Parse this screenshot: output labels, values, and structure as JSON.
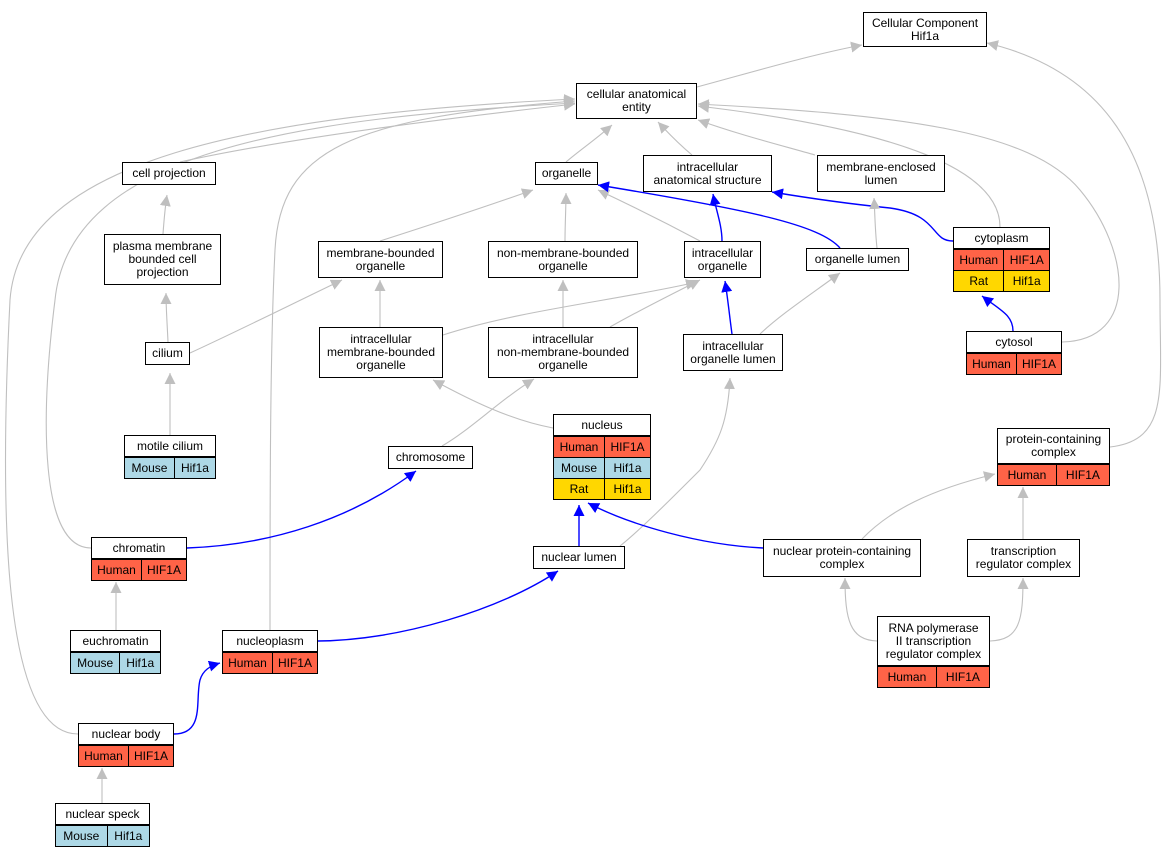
{
  "colors": {
    "human": "#ff6347",
    "mouse": "#add8e6",
    "rat": "#ffd700",
    "is_a_edge": "#bfbfbf",
    "part_of_edge": "#0000ff"
  },
  "nodes": {
    "root": "Cellular Component\nHif1a",
    "cae": "cellular anatomical\nentity",
    "cell_projection": "cell projection",
    "organelle": "organelle",
    "ias": "intracellular\nanatomical structure",
    "mel": "membrane-enclosed\nlumen",
    "pmbcp": "plasma membrane\nbounded cell\nprojection",
    "mbo": "membrane-bounded\norganelle",
    "nmbo": "non-membrane-bounded\norganelle",
    "io": "intracellular\norganelle",
    "ol": "organelle lumen",
    "cytoplasm": "cytoplasm",
    "cilium": "cilium",
    "imbo": "intracellular\nmembrane-bounded\norganelle",
    "inmbo": "intracellular\nnon-membrane-bounded\norganelle",
    "iol": "intracellular\norganelle lumen",
    "cytosol": "cytosol",
    "motile_cilium": "motile cilium",
    "nucleus": "nucleus",
    "chromosome": "chromosome",
    "pcc": "protein-containing\ncomplex",
    "chromatin": "chromatin",
    "nuclear_lumen": "nuclear lumen",
    "npcc": "nuclear protein-containing\ncomplex",
    "trc": "transcription\nregulator complex",
    "euchromatin": "euchromatin",
    "nucleoplasm": "nucleoplasm",
    "rnap": "RNA polymerase\nII transcription\nregulator complex",
    "nuclear_body": "nuclear body",
    "nuclear_speck": "nuclear speck"
  },
  "gene_rows": {
    "cytoplasm": [
      [
        "Human",
        "HIF1A"
      ],
      [
        "Rat",
        "Hif1a"
      ]
    ],
    "cytosol": [
      [
        "Human",
        "HIF1A"
      ]
    ],
    "motile_cilium": [
      [
        "Mouse",
        "Hif1a"
      ]
    ],
    "nucleus": [
      [
        "Human",
        "HIF1A"
      ],
      [
        "Mouse",
        "Hif1a"
      ],
      [
        "Rat",
        "Hif1a"
      ]
    ],
    "pcc": [
      [
        "Human",
        "HIF1A"
      ]
    ],
    "chromatin": [
      [
        "Human",
        "HIF1A"
      ]
    ],
    "euchromatin": [
      [
        "Mouse",
        "Hif1a"
      ]
    ],
    "nucleoplasm": [
      [
        "Human",
        "HIF1A"
      ]
    ],
    "rnap": [
      [
        "Human",
        "HIF1A"
      ]
    ],
    "nuclear_body": [
      [
        "Human",
        "HIF1A"
      ]
    ],
    "nuclear_speck": [
      [
        "Mouse",
        "Hif1a"
      ]
    ]
  },
  "edges": [
    {
      "from": "cae",
      "to": "root",
      "type": "is_a"
    },
    {
      "from": "pcc",
      "to": "root",
      "type": "is_a"
    },
    {
      "from": "cell_projection",
      "to": "cae",
      "type": "is_a"
    },
    {
      "from": "organelle",
      "to": "cae",
      "type": "is_a"
    },
    {
      "from": "ias",
      "to": "cae",
      "type": "is_a"
    },
    {
      "from": "mel",
      "to": "cae",
      "type": "is_a"
    },
    {
      "from": "cytoplasm",
      "to": "cae",
      "type": "is_a"
    },
    {
      "from": "cytosol",
      "to": "cae",
      "type": "is_a"
    },
    {
      "from": "chromatin",
      "to": "cae",
      "type": "is_a"
    },
    {
      "from": "nucleoplasm",
      "to": "cae",
      "type": "is_a"
    },
    {
      "from": "nuclear_body",
      "to": "cae",
      "type": "is_a"
    },
    {
      "from": "pmbcp",
      "to": "cell_projection",
      "type": "is_a"
    },
    {
      "from": "cilium",
      "to": "pmbcp",
      "type": "is_a"
    },
    {
      "from": "motile_cilium",
      "to": "cilium",
      "type": "is_a"
    },
    {
      "from": "mbo",
      "to": "organelle",
      "type": "is_a"
    },
    {
      "from": "nmbo",
      "to": "organelle",
      "type": "is_a"
    },
    {
      "from": "io",
      "to": "organelle",
      "type": "is_a"
    },
    {
      "from": "ol",
      "to": "organelle",
      "type": "part_of"
    },
    {
      "from": "io",
      "to": "ias",
      "type": "part_of"
    },
    {
      "from": "cytoplasm",
      "to": "ias",
      "type": "part_of"
    },
    {
      "from": "ol",
      "to": "mel",
      "type": "is_a"
    },
    {
      "from": "cilium",
      "to": "mbo",
      "type": "is_a"
    },
    {
      "from": "imbo",
      "to": "mbo",
      "type": "is_a"
    },
    {
      "from": "inmbo",
      "to": "nmbo",
      "type": "is_a"
    },
    {
      "from": "imbo",
      "to": "io",
      "type": "is_a"
    },
    {
      "from": "inmbo",
      "to": "io",
      "type": "is_a"
    },
    {
      "from": "iol",
      "to": "io",
      "type": "part_of"
    },
    {
      "from": "iol",
      "to": "ol",
      "type": "is_a"
    },
    {
      "from": "cytosol",
      "to": "cytoplasm",
      "type": "part_of"
    },
    {
      "from": "nucleus",
      "to": "imbo",
      "type": "is_a"
    },
    {
      "from": "chromosome",
      "to": "inmbo",
      "type": "is_a"
    },
    {
      "from": "nuclear_lumen",
      "to": "iol",
      "type": "is_a"
    },
    {
      "from": "chromatin",
      "to": "chromosome",
      "type": "part_of"
    },
    {
      "from": "nuclear_lumen",
      "to": "nucleus",
      "type": "part_of"
    },
    {
      "from": "npcc",
      "to": "nucleus",
      "type": "part_of"
    },
    {
      "from": "npcc",
      "to": "pcc",
      "type": "is_a"
    },
    {
      "from": "trc",
      "to": "pcc",
      "type": "is_a"
    },
    {
      "from": "euchromatin",
      "to": "chromatin",
      "type": "is_a"
    },
    {
      "from": "nucleoplasm",
      "to": "nuclear_lumen",
      "type": "part_of"
    },
    {
      "from": "rnap",
      "to": "npcc",
      "type": "is_a"
    },
    {
      "from": "rnap",
      "to": "trc",
      "type": "is_a"
    },
    {
      "from": "nuclear_body",
      "to": "nucleoplasm",
      "type": "part_of"
    },
    {
      "from": "nuclear_speck",
      "to": "nuclear_body",
      "type": "is_a"
    }
  ]
}
